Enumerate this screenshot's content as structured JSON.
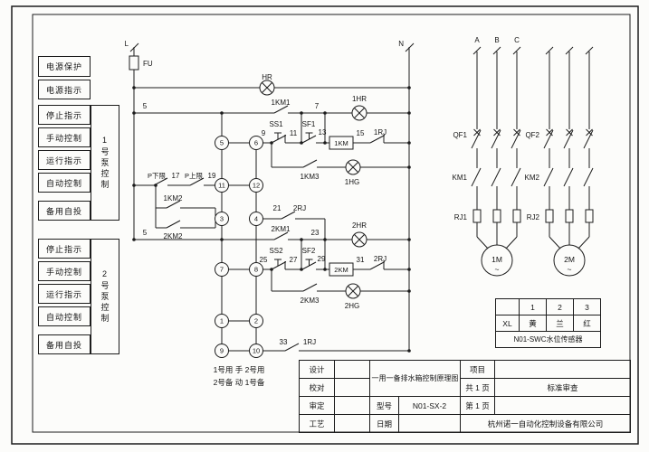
{
  "sheet": {
    "paper_color": "#fcfcfa",
    "ink_color": "#1c1c1c"
  },
  "left_panel": {
    "power_rows": [
      "电源保护",
      "电源指示"
    ],
    "pump1": {
      "rows": [
        "停止指示",
        "手动控制",
        "运行指示",
        "自动控制",
        "备用自投"
      ],
      "side_label": "1号泵控制"
    },
    "pump2": {
      "rows": [
        "停止指示",
        "手动控制",
        "运行指示",
        "自动控制",
        "备用自投"
      ],
      "side_label": "2号泵控制"
    }
  },
  "control_circuit": {
    "bus_l": "L",
    "bus_n": "N",
    "fuse": "FU",
    "lamp_hr": "HR",
    "wire5a": "5",
    "contact_1km1": "1KM1",
    "wire7": "7",
    "lamp_1hr": "1HR",
    "wire9": "9",
    "btn_ss1": "SS1",
    "wire11": "11",
    "btn_sf1": "SF1",
    "wire13": "13",
    "coil_1km": "1KM",
    "wire15": "15",
    "nc_1rj": "1RJ",
    "contact_1km3": "1KM3",
    "lamp_1hg": "1HG",
    "p_low": "P下限",
    "wire17": "17",
    "p_high": "P上限",
    "wire19": "19",
    "contact_1km2": "1KM2",
    "contact_2km2": "2KM2",
    "wire21": "21",
    "contact_2rj": "2RJ",
    "wire5b": "5",
    "contact_2km1": "2KM1",
    "wire23": "23",
    "lamp_2hr": "2HR",
    "wire25": "25",
    "btn_ss2": "SS2",
    "wire27": "27",
    "btn_sf2": "SF2",
    "wire29": "29",
    "coil_2km": "2KM",
    "wire31": "31",
    "nc_2rj": "2RJ",
    "contact_2km3": "2KM3",
    "lamp_2hg": "2HG",
    "wire33": "33",
    "contact_1rj": "1RJ",
    "terminals_left": [
      "5",
      "11",
      "3",
      "7",
      "1",
      "9"
    ],
    "terminals_right": [
      "6",
      "12",
      "4",
      "8",
      "2",
      "10"
    ],
    "mode_line1": "1号用 手 2号用",
    "mode_line2": "2号备 动 1号备"
  },
  "power_circuit": {
    "phases": [
      "A",
      "B",
      "C"
    ],
    "qf1": "QF1",
    "qf2": "QF2",
    "km1": "KM1",
    "km2": "KM2",
    "rj1": "RJ1",
    "rj2": "RJ2",
    "motor1": "1M",
    "motor2": "2M",
    "ac": "~"
  },
  "sensor_table": {
    "terminals": [
      "1",
      "2",
      "3"
    ],
    "row_label": "XL",
    "wire_colors": [
      "黄",
      "兰",
      "红"
    ],
    "caption": "N01-SWC水位传感器"
  },
  "title_block": {
    "design": "设计",
    "check": "校对",
    "approve": "审定",
    "craft": "工艺",
    "drawing_title": "一用一备排水箱控制原理图",
    "model_label": "型号",
    "model_value": "N01-SX-2",
    "date_label": "日期",
    "project": "项目",
    "pages_total": "共 1 页",
    "page_no": "第 1 页",
    "std_review": "标准审查",
    "company": "杭州诺一自动化控制设备有限公司"
  }
}
